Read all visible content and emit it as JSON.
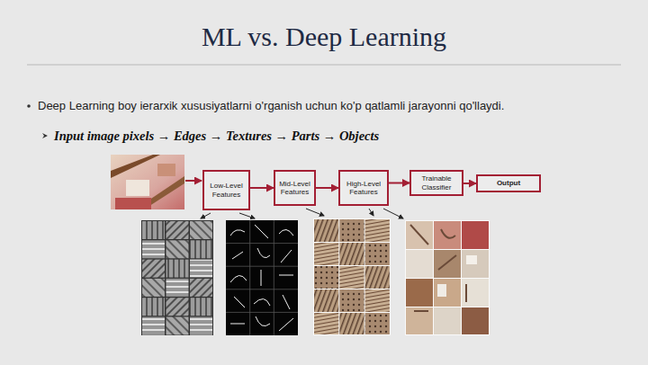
{
  "diagram": {
    "title": "ML vs. Deep Learning",
    "nodes": [
      {
        "text": [
          "Low-Level Features"
        ]
      },
      {
        "text": [
          "Mid-Level Features"
        ]
      },
      {
        "text": [
          "High-Level Features"
        ]
      },
      {
        "text": [
          "Trainable Classifier"
        ]
      },
      {
        "text": [
          "Output"
        ]
      }
    ],
    "edges": [
      {
        "from": 0,
        "to": 1,
        "arrow": "to"
      },
      {
        "from": 1,
        "to": 2,
        "arrow": "to"
      },
      {
        "from": 2,
        "to": 3,
        "arrow": "to"
      },
      {
        "from": 3,
        "to": 4,
        "arrow": "to"
      }
    ],
    "labels": [
      "Deep Learning boy ierarxik xususiyatlarni o'rganish uchun ko'p qatlamli jarayonni qo'llaydi.",
      "Input image pixels → Edges → Textures → Parts → Objects"
    ]
  }
}
